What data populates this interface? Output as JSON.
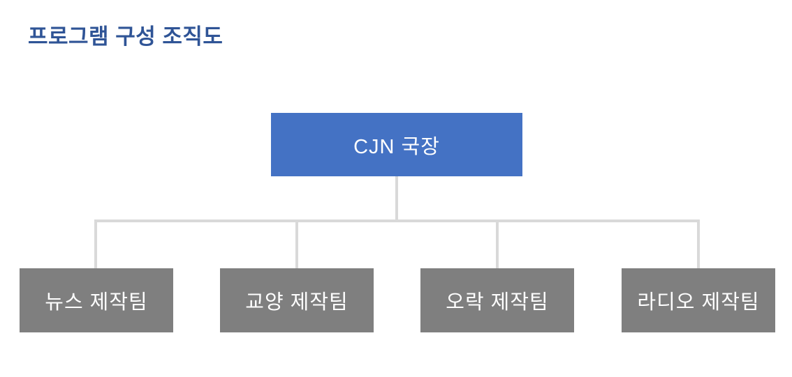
{
  "page": {
    "title": "프로그램 구성 조직도"
  },
  "colors": {
    "title-color": "#2F5496",
    "root-fill": "#4472C4",
    "child-fill": "#7F7F7F",
    "connector": "#D9D9D9",
    "box-text": "#FFFFFF",
    "background": "#FFFFFF"
  },
  "org_chart": {
    "root": {
      "label": "CJN 국장"
    },
    "children": [
      {
        "label": "뉴스 제작팀"
      },
      {
        "label": "교양 제작팀"
      },
      {
        "label": "오락 제작팀"
      },
      {
        "label": "라디오 제작팀"
      }
    ]
  }
}
